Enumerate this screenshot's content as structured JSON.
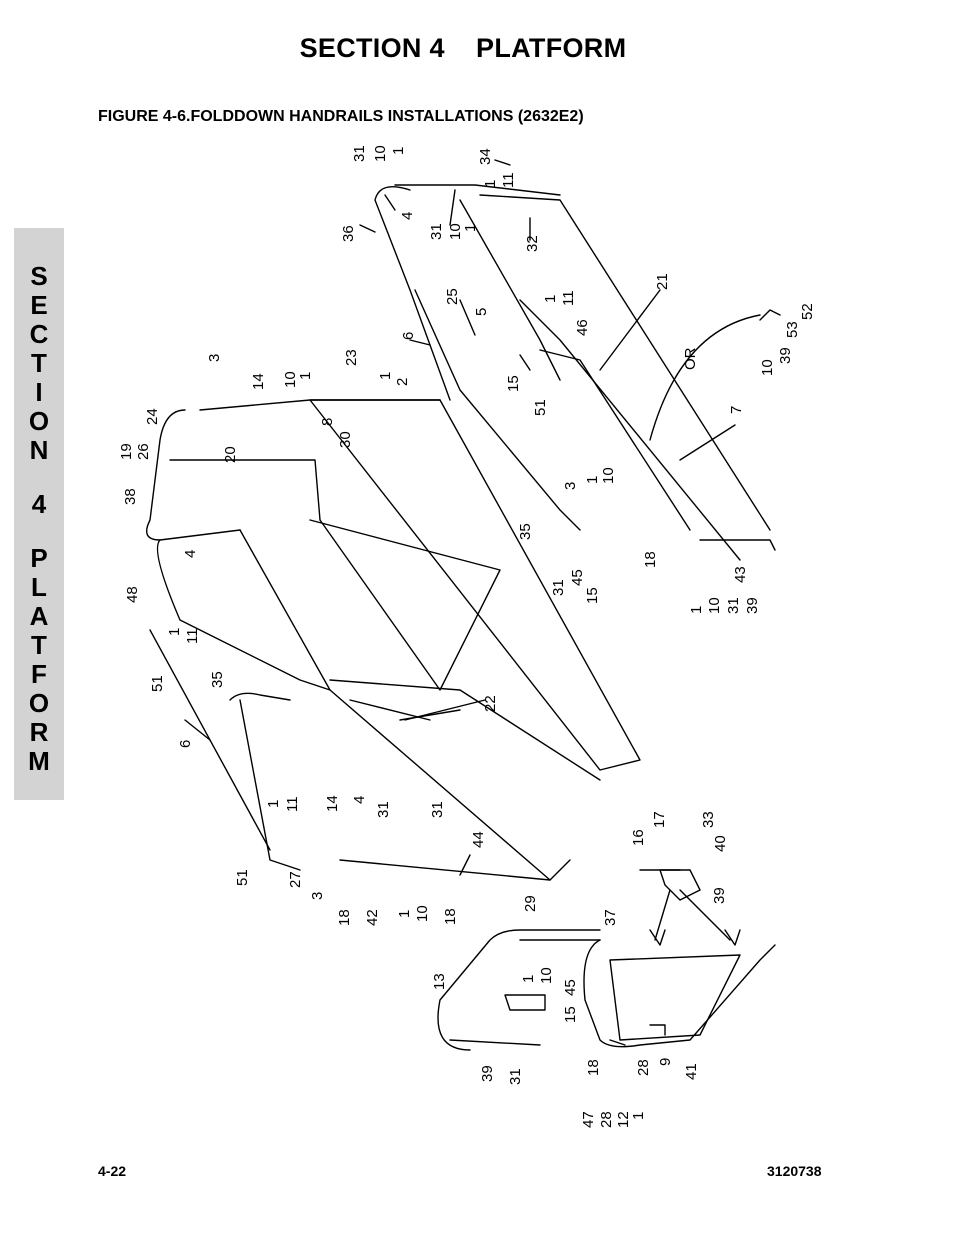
{
  "header": {
    "title": "SECTION 4    PLATFORM"
  },
  "figure": {
    "title": "FIGURE 4-6.FOLDDOWN HANDRAILS INSTALLATIONS (2632E2)"
  },
  "side_tab": {
    "letters": [
      "S",
      "E",
      "C",
      "T",
      "I",
      "O",
      "N",
      "",
      "4",
      "",
      "P",
      "L",
      "A",
      "T",
      "F",
      "O",
      "R",
      "M"
    ]
  },
  "diagram": {
    "callouts": [
      "31",
      "10",
      "1",
      "34",
      "1",
      "11",
      "4",
      "36",
      "31",
      "10",
      "1",
      "32",
      "21",
      "25",
      "5",
      "1",
      "11",
      "46",
      "6",
      "15",
      "51",
      "52",
      "53",
      "39",
      "10",
      "OR",
      "3",
      "14",
      "10",
      "1",
      "23",
      "1",
      "2",
      "24",
      "8",
      "30",
      "19",
      "26",
      "20",
      "7",
      "38",
      "4",
      "3",
      "1",
      "10",
      "35",
      "31",
      "45",
      "15",
      "18",
      "43",
      "1",
      "10",
      "31",
      "39",
      "48",
      "1",
      "11",
      "51",
      "35",
      "22",
      "6",
      "1",
      "11",
      "14",
      "4",
      "31",
      "31",
      "17",
      "16",
      "33",
      "40",
      "44",
      "51",
      "27",
      "3",
      "18",
      "42",
      "1",
      "10",
      "18",
      "39",
      "29",
      "37",
      "13",
      "1",
      "10",
      "45",
      "15",
      "39",
      "31",
      "18",
      "28",
      "9",
      "41",
      "47",
      "28",
      "12",
      "1"
    ]
  },
  "footer": {
    "page": "4-22",
    "doc": "3120738"
  }
}
